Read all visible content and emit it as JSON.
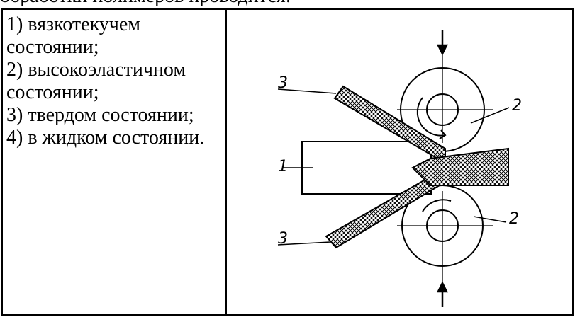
{
  "header_fragment": "обработки полимеров проводится:",
  "options": [
    "1) вязкотекучем состоянии;",
    "2) высокоэластичном состоянии;",
    "3) твердом состоянии;",
    "4) в жидком состоянии."
  ],
  "figure": {
    "labels": {
      "sheet": "1",
      "roll_top": "2",
      "roll_bottom": "2",
      "film_top": "3",
      "film_bottom": "3"
    }
  }
}
